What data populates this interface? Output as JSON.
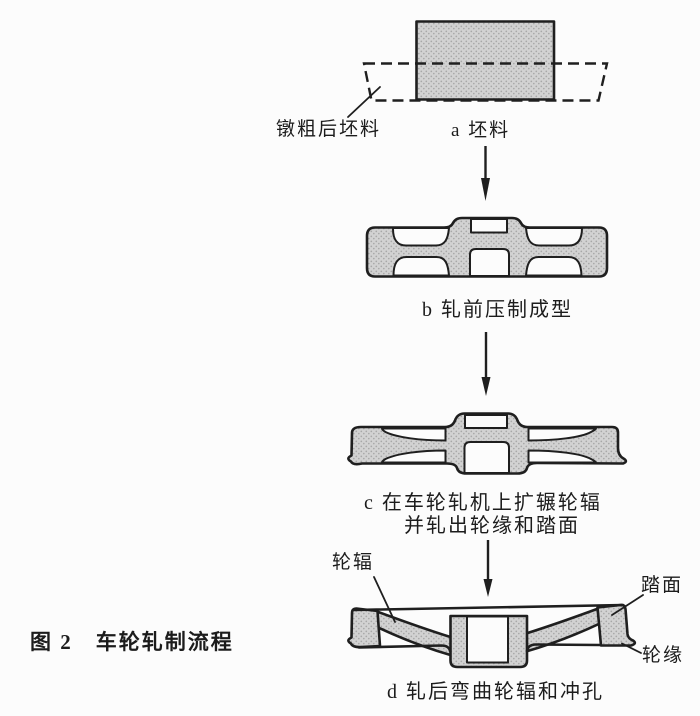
{
  "colors": {
    "background": "#fcfcfc",
    "line": "#1f1f1f",
    "shape_fill": "#d2d2d2",
    "shape_stipple": "#a8a8a8",
    "text": "#1c1c1c"
  },
  "figure": {
    "caption": "图 2　车轮轧制流程",
    "stage_a": {
      "annotation": "镦粗后坯料",
      "label": "a 坯料"
    },
    "stage_b": {
      "label": "b 轧前压制成型"
    },
    "stage_c": {
      "label_line1": "c 在车轮轧机上扩辗轮辐",
      "label_line2": "并轧出轮缘和踏面"
    },
    "stage_d": {
      "label": "d 轧后弯曲轮辐和冲孔",
      "callout_web": "轮辐",
      "callout_tread": "踏面",
      "callout_flange": "轮缘"
    }
  }
}
